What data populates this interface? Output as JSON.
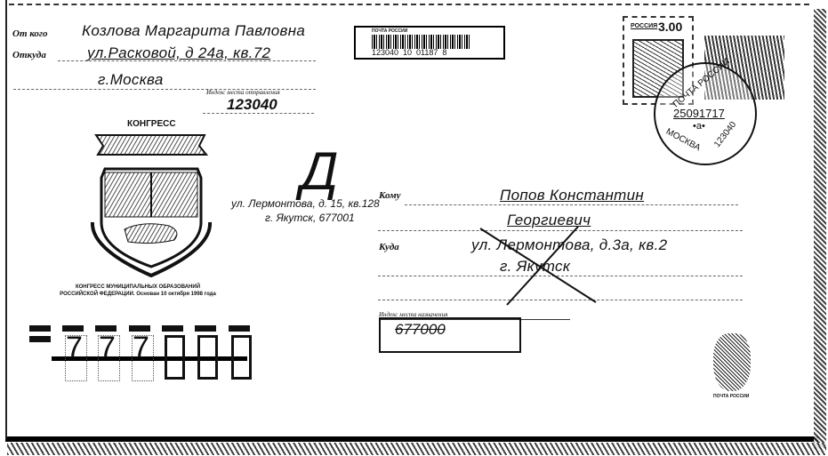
{
  "sender": {
    "from_label": "От кого",
    "name": "Козлова Маргарита Павловна",
    "where_label": "Откуда",
    "street": "ул.Расковой, д 24а, кв.72",
    "city": "г.Москва",
    "index_label": "Индекс места отправления",
    "index": "123040"
  },
  "barcode": {
    "header": "ПОЧТА РОССИИ",
    "number": "123040  10  01187  8"
  },
  "stamp": {
    "country": "РОССИЯ",
    "value": "3.00"
  },
  "postmark": {
    "date": "25091717",
    "letter": "•а•",
    "city": "МОСКВА",
    "index": "123040",
    "arc_text": "ПОЧТА РОССИИ"
  },
  "emblem": {
    "title": "КОНГРЕСС",
    "caption_line1": "КОНГРЕСС МУНИЦИПАЛЬНЫХ ОБРАЗОВАНИЙ",
    "caption_line2": "РОССИЙСКОЙ ФЕДЕРАЦИИ. Основан 10 октября 1998 года"
  },
  "redirect": {
    "letter": "Д",
    "address_line1": "ул. Лермонтова, д. 15, кв.128",
    "address_line2": "г. Якутск, 677001"
  },
  "recipient": {
    "to_label": "Кому",
    "name_line1": "Попов  Константин",
    "name_line2": "Георгиевич",
    "where_label": "Куда",
    "street": "ул. Лермонтова, д.3а, кв.2",
    "city": "г. Якутск",
    "index_label": "Индекс места назначения",
    "index": "677000"
  },
  "postcode_grid": {
    "digits": [
      "7",
      "7",
      "7",
      "",
      "",
      ""
    ]
  },
  "footer": {
    "coat_caption": "ПОЧТА РОССИИ"
  }
}
